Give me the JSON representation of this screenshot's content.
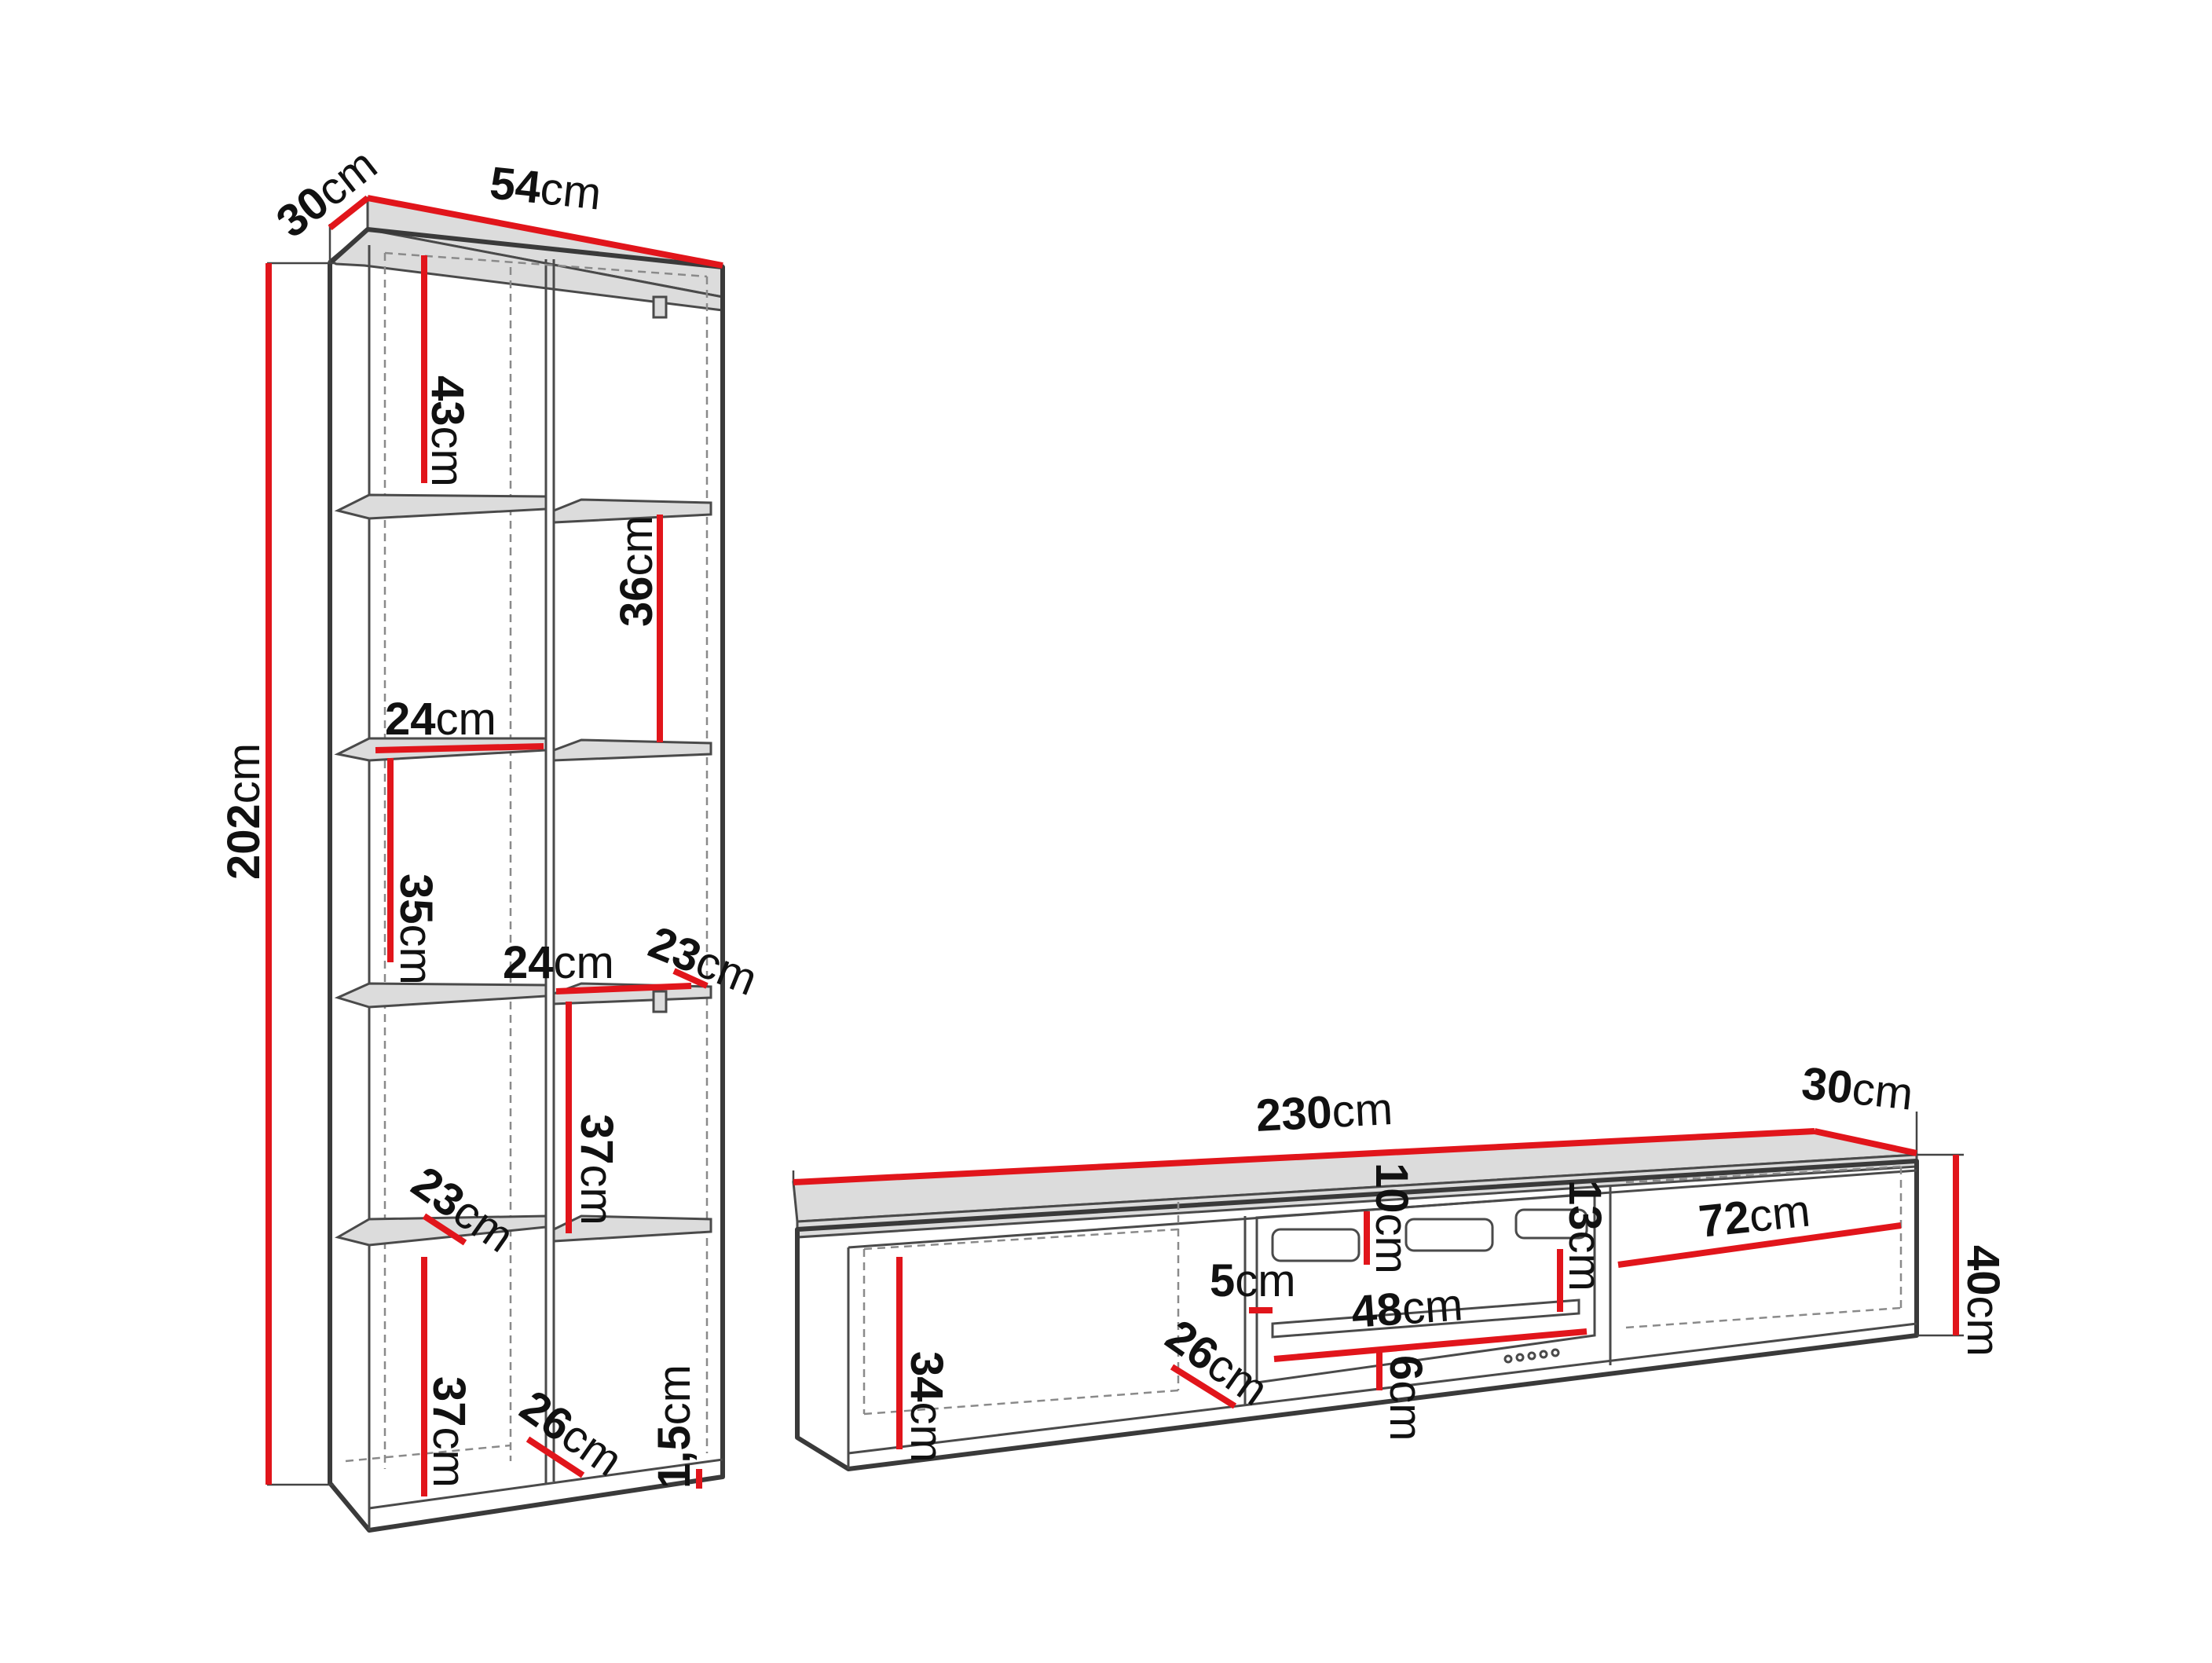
{
  "colors": {
    "dimension_line": "#e1151b",
    "outline": "#3a3a3a",
    "hidden_edge": "#8a8a8a",
    "text": "#111111"
  },
  "unit": "cm",
  "bookcase": {
    "height": "202",
    "width": "54",
    "depth": "30",
    "left_top_compartment": "43",
    "right_second_compartment": "36",
    "left_compartment_width": "24",
    "left_middle_compartment": "35",
    "right_compartment_width": "24",
    "right_compartment_depth": "23",
    "right_fourth_compartment": "37",
    "left_shelf_depth": "23",
    "left_bottom_compartment": "37",
    "bottom_depth": "26",
    "plinth_height": "1,5"
  },
  "tv_stand": {
    "width": "230",
    "depth": "30",
    "height": "40",
    "left_compartment_height": "34",
    "left_compartment_depth": "26",
    "top_opening_height": "10",
    "gap": "5",
    "right_opening_height": "13",
    "center_compartment_width": "48",
    "center_bottom_height": "6",
    "right_compartment_width": "72"
  }
}
